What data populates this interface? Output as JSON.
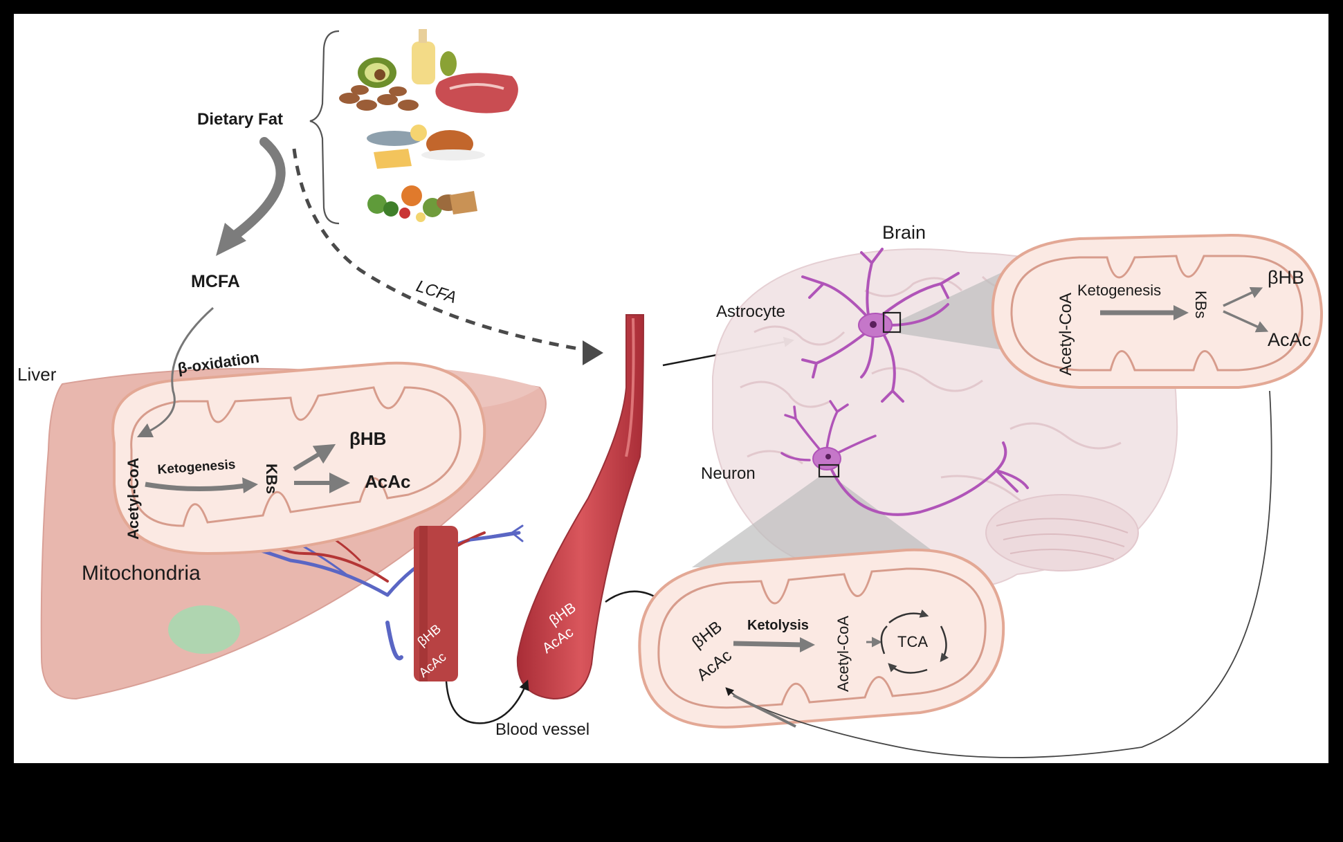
{
  "labels": {
    "dietary_fat": "Dietary Fat",
    "mcfa": "MCFA",
    "lcfa": "LCFA",
    "liver": "Liver",
    "beta_oxidation": "β-oxidation",
    "mitochondria": "Mitochondria",
    "brain": "Brain",
    "astrocyte": "Astrocyte",
    "neuron": "Neuron",
    "blood_vessel": "Blood vessel"
  },
  "liver_mito": {
    "acetyl_coa": "Acetyl-CoA",
    "ketogenesis": "Ketogenesis",
    "kbs": "KBs",
    "bhb": "βHB",
    "acac": "AcAc"
  },
  "astro_mito": {
    "acetyl_coa": "Acetyl-CoA",
    "ketogenesis": "Ketogenesis",
    "kbs": "KBs",
    "bhb": "βHB",
    "acac": "AcAc"
  },
  "neuron_mito": {
    "bhb": "βHB",
    "acac": "AcAc",
    "ketolysis": "Ketolysis",
    "acetyl_coa": "Acetyl-CoA",
    "tca": "TCA"
  },
  "vessel": {
    "bhb_1": "βHB",
    "acac_1": "AcAc",
    "bhb_2": "βHB",
    "acac_2": "AcAc"
  },
  "colors": {
    "frame": "#ffffff",
    "liver": "#e8b7ae",
    "mito_fill": "#fbe9e3",
    "mito_stroke": "#e3a895",
    "vessel": "#c8414a",
    "brain": "#f2e4e6",
    "cell": "#b054b8",
    "arrow_gray": "#7c7c7c"
  }
}
